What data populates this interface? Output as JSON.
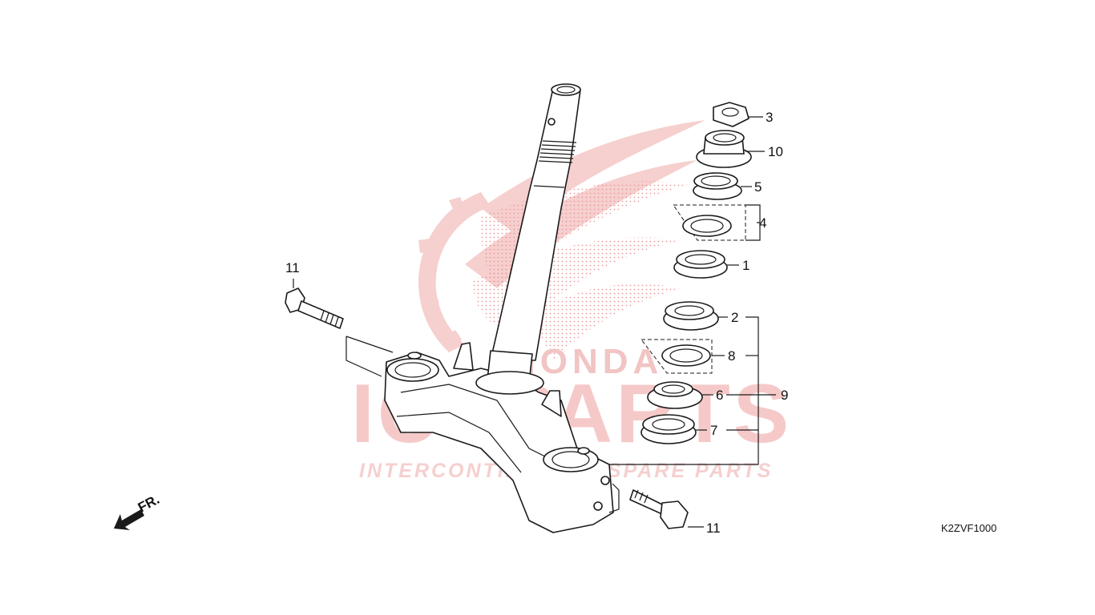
{
  "watermark": {
    "brand": "ICSPARTS",
    "tagline": "INTERCONTINENTAL SPARE PARTS",
    "logo_text": "HONDA",
    "color": "#f3c4c4"
  },
  "callouts": [
    "3",
    "10",
    "5",
    "4",
    "1",
    "2",
    "8",
    "6",
    "9",
    "7",
    "11",
    "11"
  ],
  "diagram_code": "K2ZVF1000",
  "direction_label": "FR."
}
